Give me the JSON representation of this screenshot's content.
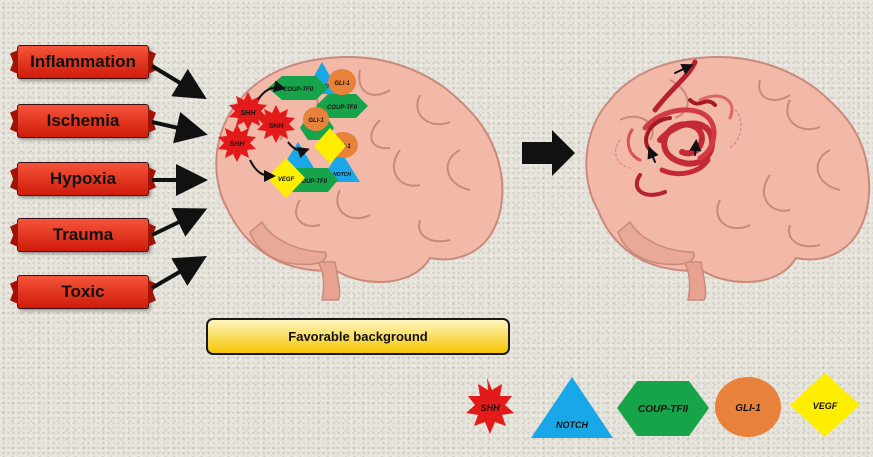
{
  "causes": [
    "Inflammation",
    "Ischemia",
    "Hypoxia",
    "Trauma",
    "Toxic"
  ],
  "background_label": "Favorable background",
  "factors": {
    "shh": "SHH",
    "notch": "NOTCH",
    "coup": "COUP-TFII",
    "gli": "GLI-1",
    "vegf": "VEGF"
  },
  "colors": {
    "cause_box": "#e8301a",
    "shh": "#e21a1a",
    "notch": "#1aa7e8",
    "coup": "#16a34a",
    "gli": "#e8823a",
    "vegf": "#ffee00",
    "brain": "#f2b8a8"
  }
}
